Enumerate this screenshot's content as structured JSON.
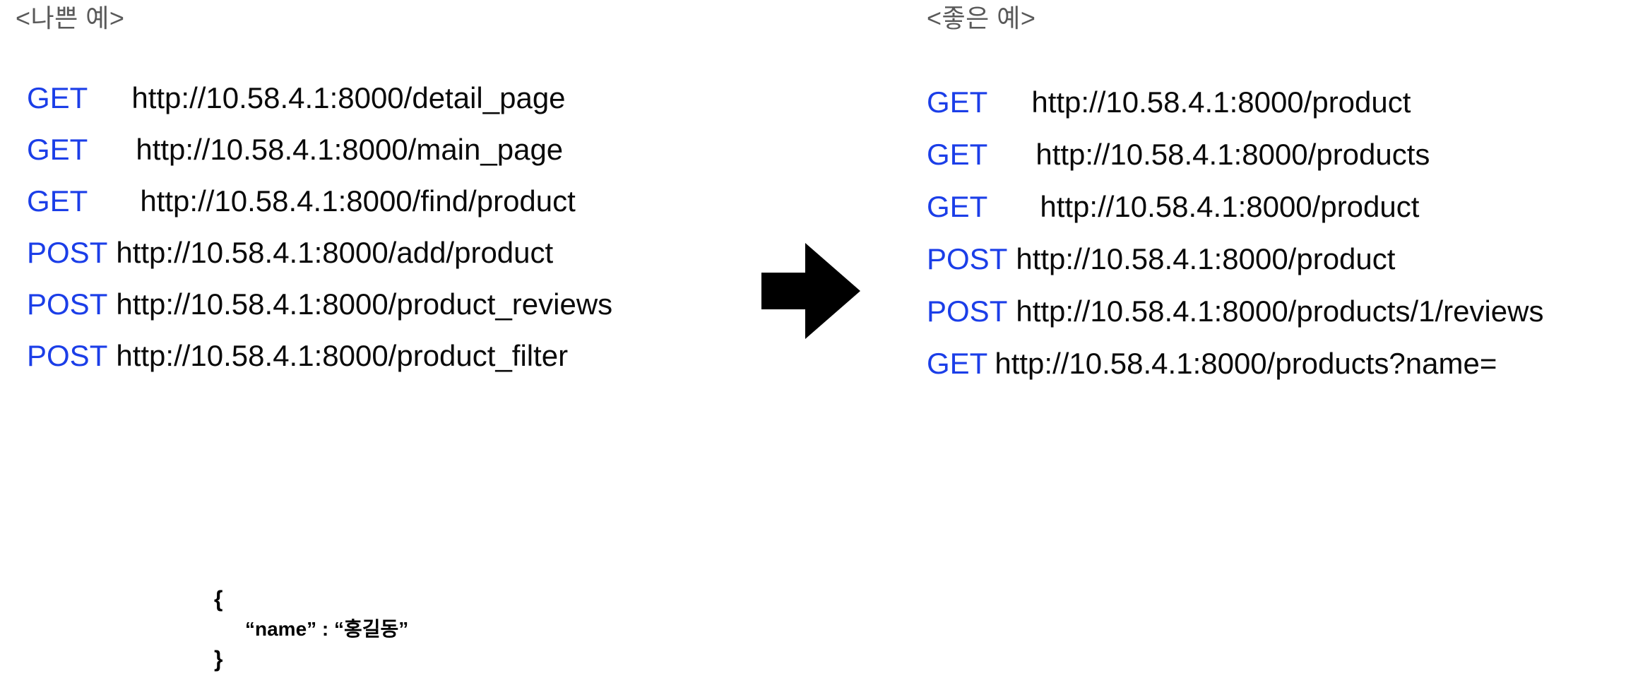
{
  "colors": {
    "verb_blue": "#1b3ee8",
    "url_black": "#0a0a0a",
    "header_gray": "#595959",
    "arrow_black": "#000000",
    "background": "#ffffff"
  },
  "sections": {
    "bad": {
      "header": "<나쁜 예>",
      "endpoints": [
        {
          "method": "GET",
          "url": "http://10.58.4.1:8000/detail_page"
        },
        {
          "method": "GET",
          "url": "http://10.58.4.1:8000/main_page"
        },
        {
          "method": "GET",
          "url": "http://10.58.4.1:8000/find/product"
        },
        {
          "method": "POST",
          "url": "http://10.58.4.1:8000/add/product"
        },
        {
          "method": "POST",
          "url": "http://10.58.4.1:8000/product_reviews"
        },
        {
          "method": "POST",
          "url": "http://10.58.4.1:8000/product_filter"
        }
      ]
    },
    "good": {
      "header": "<좋은 예>",
      "endpoints": [
        {
          "method": "GET",
          "url": "http://10.58.4.1:8000/product"
        },
        {
          "method": "GET",
          "url": "http://10.58.4.1:8000/products"
        },
        {
          "method": "GET",
          "url": "http://10.58.4.1:8000/product"
        },
        {
          "method": "POST",
          "url": "http://10.58.4.1:8000/product"
        },
        {
          "method": "POST",
          "url": "http://10.58.4.1:8000/products/1/reviews"
        },
        {
          "method": "GET",
          "url": "http://10.58.4.1:8000/products?name="
        }
      ]
    }
  },
  "arrow": {
    "icon": "arrow-right-block-icon",
    "direction": "right"
  },
  "json_payload": {
    "open_brace": "{",
    "pair": "“name” : “홍길동”",
    "close_brace": "}"
  }
}
